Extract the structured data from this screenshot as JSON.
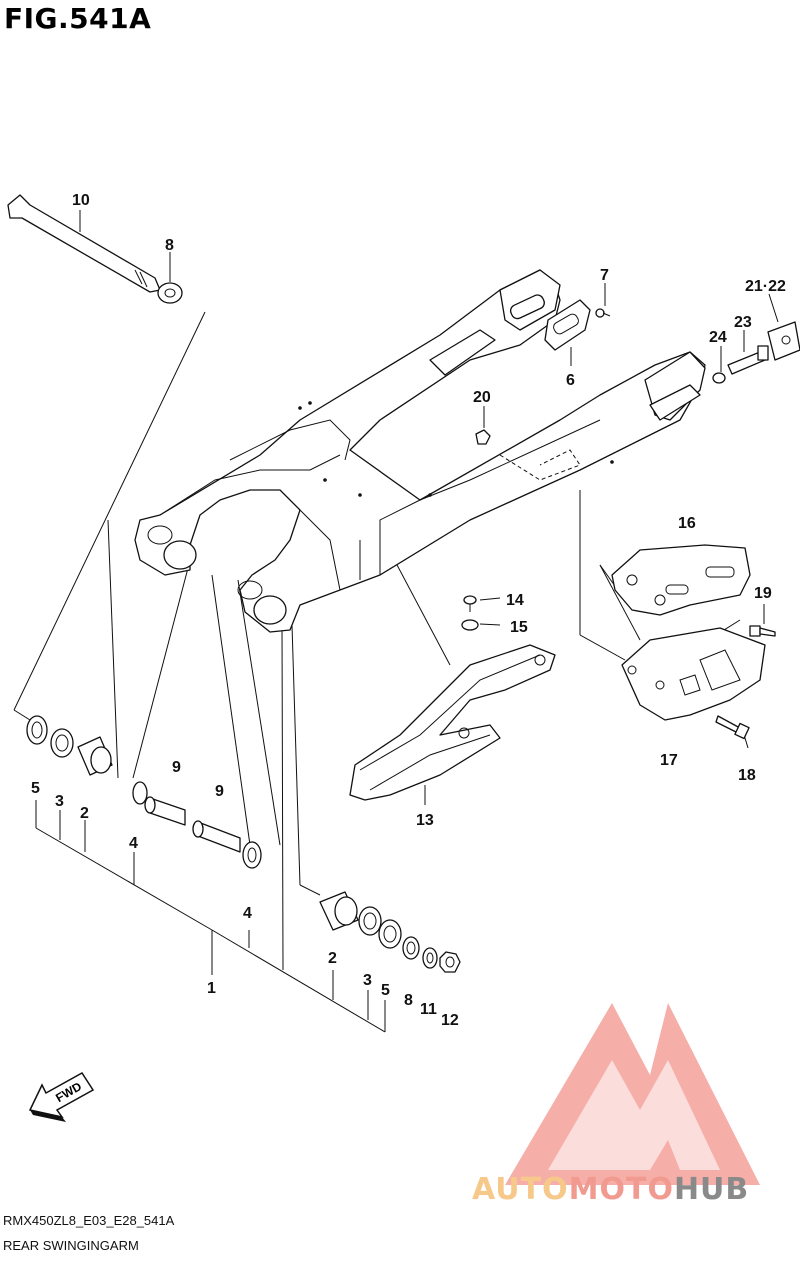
{
  "figure": {
    "title": "FIG.541A"
  },
  "footer": {
    "code": "RMX450ZL8_E03_E28_541A",
    "caption": "REAR SWINGINGARM"
  },
  "labels": [
    {
      "id": "p10",
      "text": "10"
    },
    {
      "id": "p8a",
      "text": "8"
    },
    {
      "id": "p7",
      "text": "7"
    },
    {
      "id": "p2122",
      "text": "21·22"
    },
    {
      "id": "p24",
      "text": "24"
    },
    {
      "id": "p23",
      "text": "23"
    },
    {
      "id": "p6",
      "text": "6"
    },
    {
      "id": "p20",
      "text": "20"
    },
    {
      "id": "p16",
      "text": "16"
    },
    {
      "id": "p19",
      "text": "19"
    },
    {
      "id": "p14",
      "text": "14"
    },
    {
      "id": "p15",
      "text": "15"
    },
    {
      "id": "p17",
      "text": "17"
    },
    {
      "id": "p18",
      "text": "18"
    },
    {
      "id": "p13",
      "text": "13"
    },
    {
      "id": "p5a",
      "text": "5"
    },
    {
      "id": "p3a",
      "text": "3"
    },
    {
      "id": "p2a",
      "text": "2"
    },
    {
      "id": "p9a",
      "text": "9"
    },
    {
      "id": "p9b",
      "text": "9"
    },
    {
      "id": "p4a",
      "text": "4"
    },
    {
      "id": "p4b",
      "text": "4"
    },
    {
      "id": "p1",
      "text": "1"
    },
    {
      "id": "p2b",
      "text": "2"
    },
    {
      "id": "p3b",
      "text": "3"
    },
    {
      "id": "p5b",
      "text": "5"
    },
    {
      "id": "p8b",
      "text": "8"
    },
    {
      "id": "p11",
      "text": "11"
    },
    {
      "id": "p12",
      "text": "12"
    }
  ],
  "fwd": {
    "text": "FWD"
  },
  "watermark": {
    "part1": "AUTO",
    "part2": "MOTO",
    "part3": "HUB"
  },
  "colors": {
    "line": "#111111",
    "watermark_red": "#f08c84",
    "watermark_orange": "#f6c98a",
    "watermark_gray": "#8a8a8a"
  }
}
